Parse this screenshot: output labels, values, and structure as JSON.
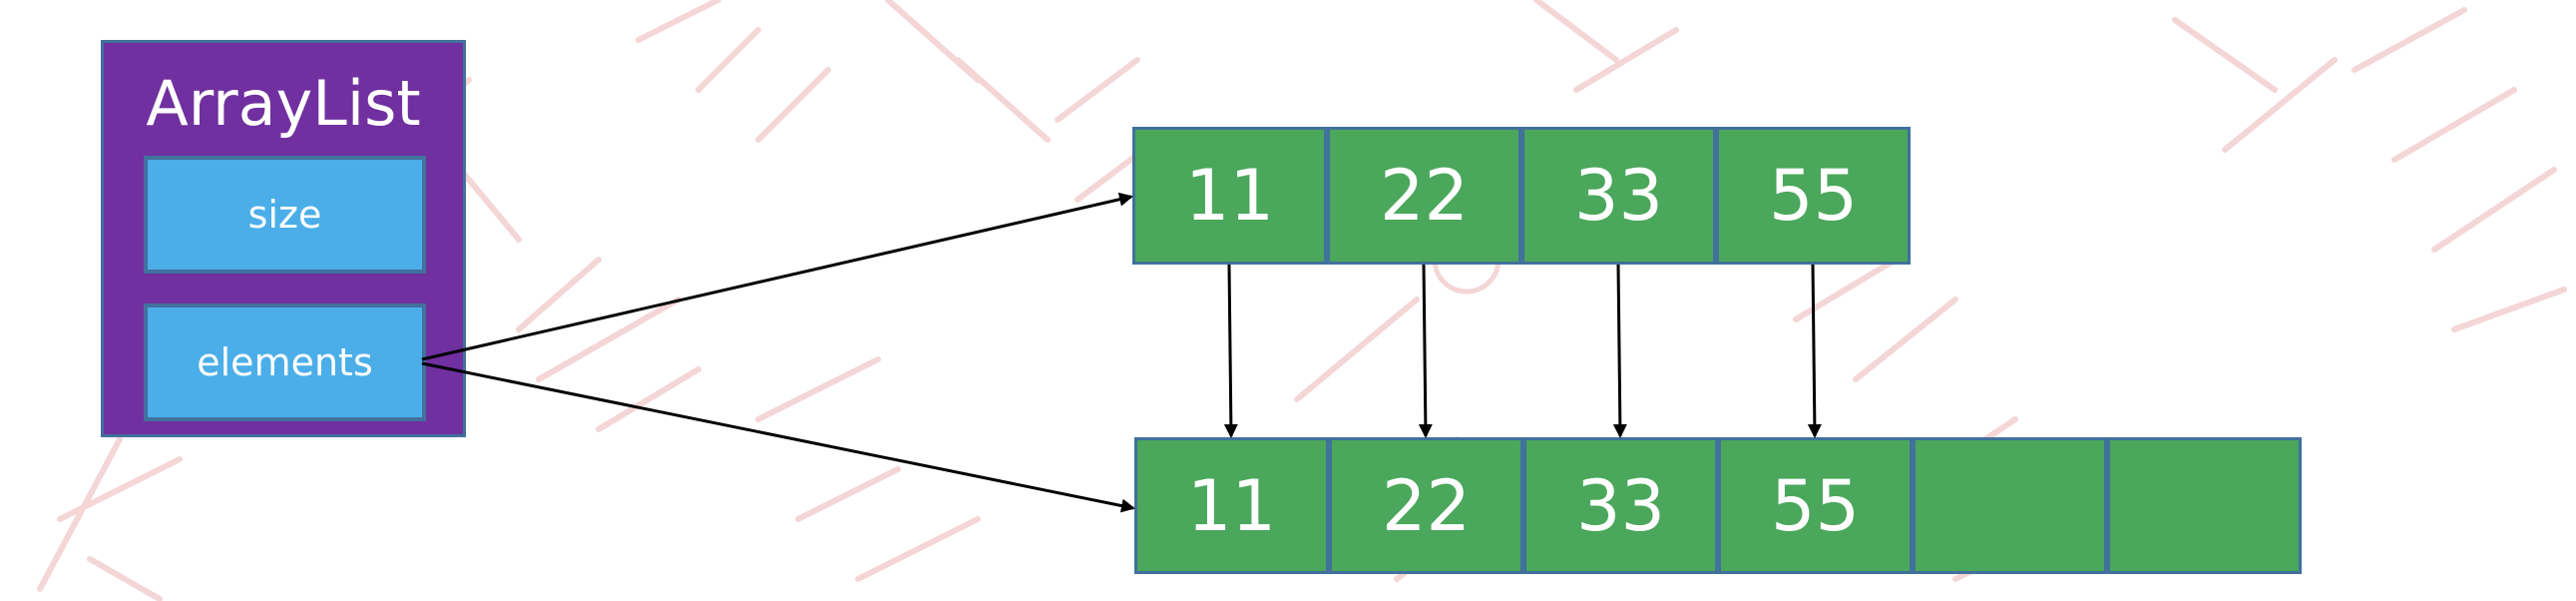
{
  "arraylist": {
    "title": "ArrayList",
    "fields": {
      "size": "size",
      "elements": "elements"
    }
  },
  "old_array": {
    "cells": [
      "11",
      "22",
      "33",
      "55"
    ]
  },
  "new_array": {
    "cells": [
      "11",
      "22",
      "33",
      "55",
      "",
      ""
    ]
  },
  "colors": {
    "arraylist_bg": "#7030a0",
    "field_bg": "#4baee8",
    "cell_bg": "#4aa75b",
    "border": "#41719c",
    "watermark": "#f6dcdc"
  }
}
